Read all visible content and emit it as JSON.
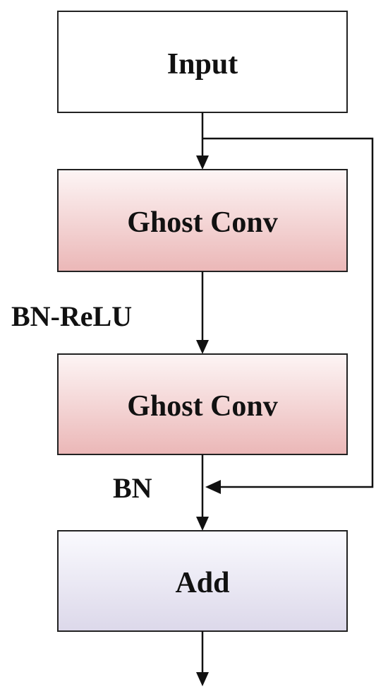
{
  "nodes": {
    "input": {
      "label": "Input"
    },
    "ghost_conv_1": {
      "label": "Ghost Conv"
    },
    "ghost_conv_2": {
      "label": "Ghost Conv"
    },
    "add": {
      "label": "Add"
    }
  },
  "edge_labels": {
    "bn_relu": "BN-ReLU",
    "bn": "BN"
  },
  "colors": {
    "input_fill": "#ffffff",
    "ghost_conv_gradient_top": "#fdf5f5",
    "ghost_conv_gradient_bottom": "#ebb7b7",
    "add_gradient_top": "#fafafe",
    "add_gradient_bottom": "#dcd8ea",
    "stroke": "#222222"
  }
}
